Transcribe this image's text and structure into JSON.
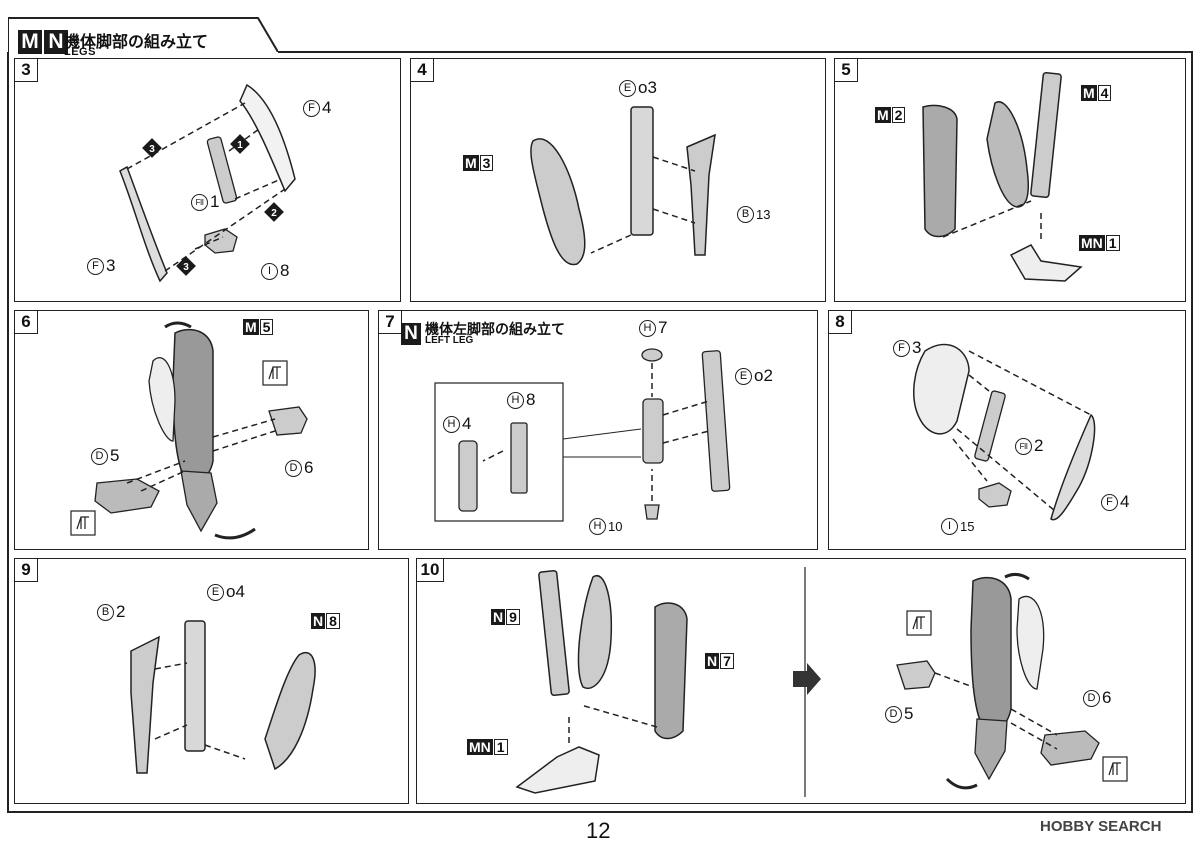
{
  "header": {
    "section_m": "M",
    "section_n": "N",
    "title": "機体脚部の組み立て",
    "subtitle": "LEGS"
  },
  "steps": {
    "s3": {
      "number": "3",
      "labels": {
        "f4": "4",
        "f4_l": "F",
        "fii1": "1",
        "fii1_l": "FII",
        "f3": "3",
        "f3_l": "F",
        "i8": "8",
        "i8_l": "I"
      },
      "order": [
        "1",
        "2",
        "3"
      ]
    },
    "s4": {
      "number": "4",
      "labels": {
        "eo3": "o3",
        "eo3_l": "E",
        "b13": "13",
        "b13_l": "B"
      },
      "tag_m3_a": "M",
      "tag_m3_b": "3"
    },
    "s5": {
      "number": "5",
      "tag_m2_a": "M",
      "tag_m2_b": "2",
      "tag_m4_a": "M",
      "tag_m4_b": "4",
      "tag_mn1_a": "MN",
      "tag_mn1_b": "1"
    },
    "s6": {
      "number": "6",
      "tag_m5_a": "M",
      "tag_m5_b": "5",
      "labels": {
        "d5": "5",
        "d5_l": "D",
        "d6": "6",
        "d6_l": "D"
      }
    },
    "s7": {
      "number": "7",
      "box": "N",
      "title": "機体左脚部の組み立て",
      "subtitle": "LEFT LEG",
      "labels": {
        "h7": "7",
        "h7_l": "H",
        "eo2": "o2",
        "eo2_l": "E",
        "h4": "4",
        "h4_l": "H",
        "h8": "8",
        "h8_l": "H",
        "h10": "10",
        "h10_l": "H"
      }
    },
    "s8": {
      "number": "8",
      "labels": {
        "f3": "3",
        "f3_l": "F",
        "fii2": "2",
        "fii2_l": "FII",
        "f4": "4",
        "f4_l": "F",
        "i15": "15",
        "i15_l": "I"
      }
    },
    "s9": {
      "number": "9",
      "labels": {
        "b2": "2",
        "b2_l": "B",
        "eo4": "o4",
        "eo4_l": "E"
      },
      "tag_n8_a": "N",
      "tag_n8_b": "8"
    },
    "s10": {
      "number": "10",
      "tag_n9_a": "N",
      "tag_n9_b": "9",
      "tag_n7_a": "N",
      "tag_n7_b": "7",
      "tag_mn1_a": "MN",
      "tag_mn1_b": "1",
      "labels": {
        "d5": "5",
        "d5_l": "D",
        "d6": "6",
        "d6_l": "D"
      }
    }
  },
  "footer": {
    "page_number": "12",
    "watermark": "HOBBY SEARCH"
  }
}
